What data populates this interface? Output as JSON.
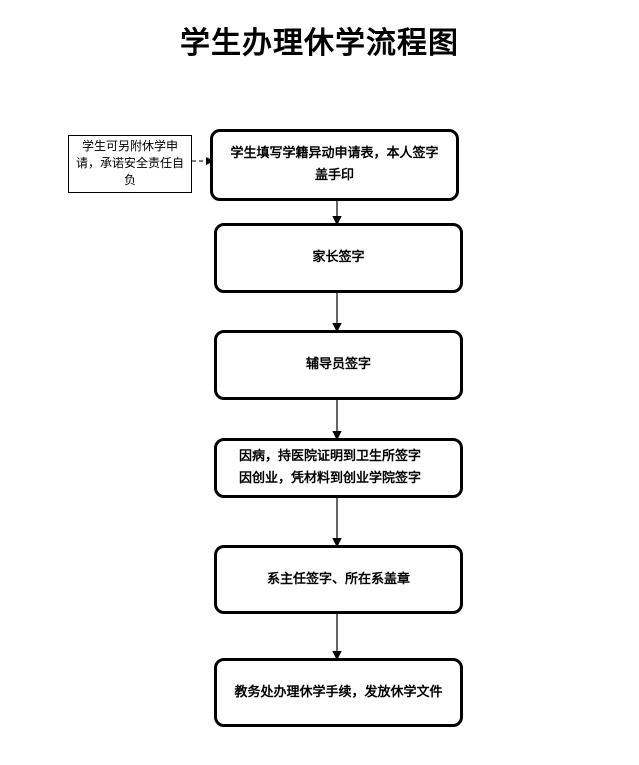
{
  "title": "学生办理休学流程图",
  "side_note": "学生可另附休学申请，承诺安全责任自负",
  "steps": [
    "学生填写学籍异动申请表，本人签字盖手印",
    "家长签字",
    "辅导员签字",
    "因病，持医院证明到卫生所签字",
    "因创业，凭材料到创业学院签字",
    "系主任签字、所在系盖章",
    "教务处办理休学手续，发放休学文件"
  ]
}
